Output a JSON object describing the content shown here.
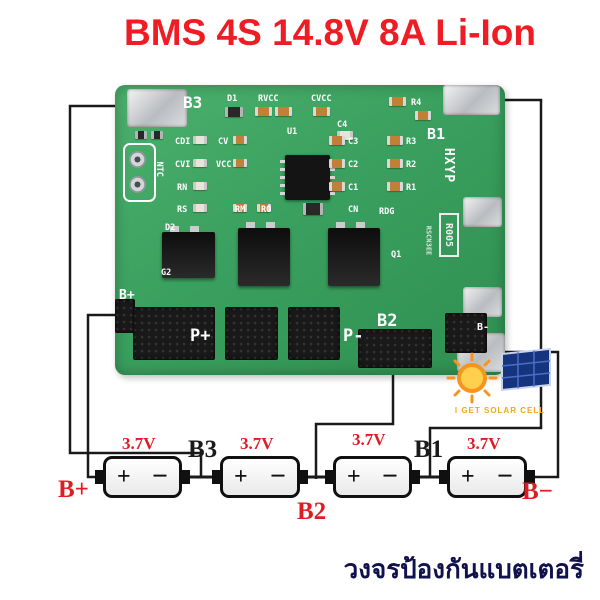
{
  "title": {
    "text": "BMS 4S 14.8V 8A Li-Ion"
  },
  "colors": {
    "title_red": "#ee1c23",
    "pcb_green": "#3aa05f",
    "caption_navy": "#11114e",
    "logo_orange": "#f5a51d",
    "diagram_red": "#e11b22"
  },
  "board": {
    "silk": {
      "b3": "B3",
      "b1": "B1",
      "b2": "B2",
      "hxyp": "HXYP",
      "ntc": "NTC",
      "d1": "D1",
      "rvcc": "RVCC",
      "cvcc": "CVCC",
      "u1": "U1",
      "c4": "C4",
      "r4": "R4",
      "cdi": "CDI",
      "cv": "CV",
      "c3": "C3",
      "r3": "R3",
      "cvi": "CVI",
      "vcc": "VCC",
      "c2": "C2",
      "r2": "R2",
      "rn": "RN",
      "c1": "C1",
      "r1": "R1",
      "rs": "RS",
      "rm": "RM",
      "ro": "RO",
      "cn": "CN",
      "rdg": "RDG",
      "d2": "D2",
      "g2": "G2",
      "q1": "Q1",
      "r005": "R005",
      "mark": "RSCN3EE",
      "bplus": "B+",
      "pplus": "P+",
      "pminus": "P-",
      "bminus": "B-"
    }
  },
  "logo": {
    "text": "I GET SOLAR CELL"
  },
  "diagram": {
    "plus": "+",
    "minus": "−",
    "cells": [
      {
        "voltage": "3.7V"
      },
      {
        "voltage": "3.7V"
      },
      {
        "voltage": "3.7V"
      },
      {
        "voltage": "3.7V"
      }
    ],
    "labels": {
      "bplus": "B+",
      "b3": "B3",
      "b2": "B2",
      "b1": "B1",
      "bminus": "B−"
    }
  },
  "caption": {
    "text": "วงจรป้องกันแบตเตอรี่"
  }
}
